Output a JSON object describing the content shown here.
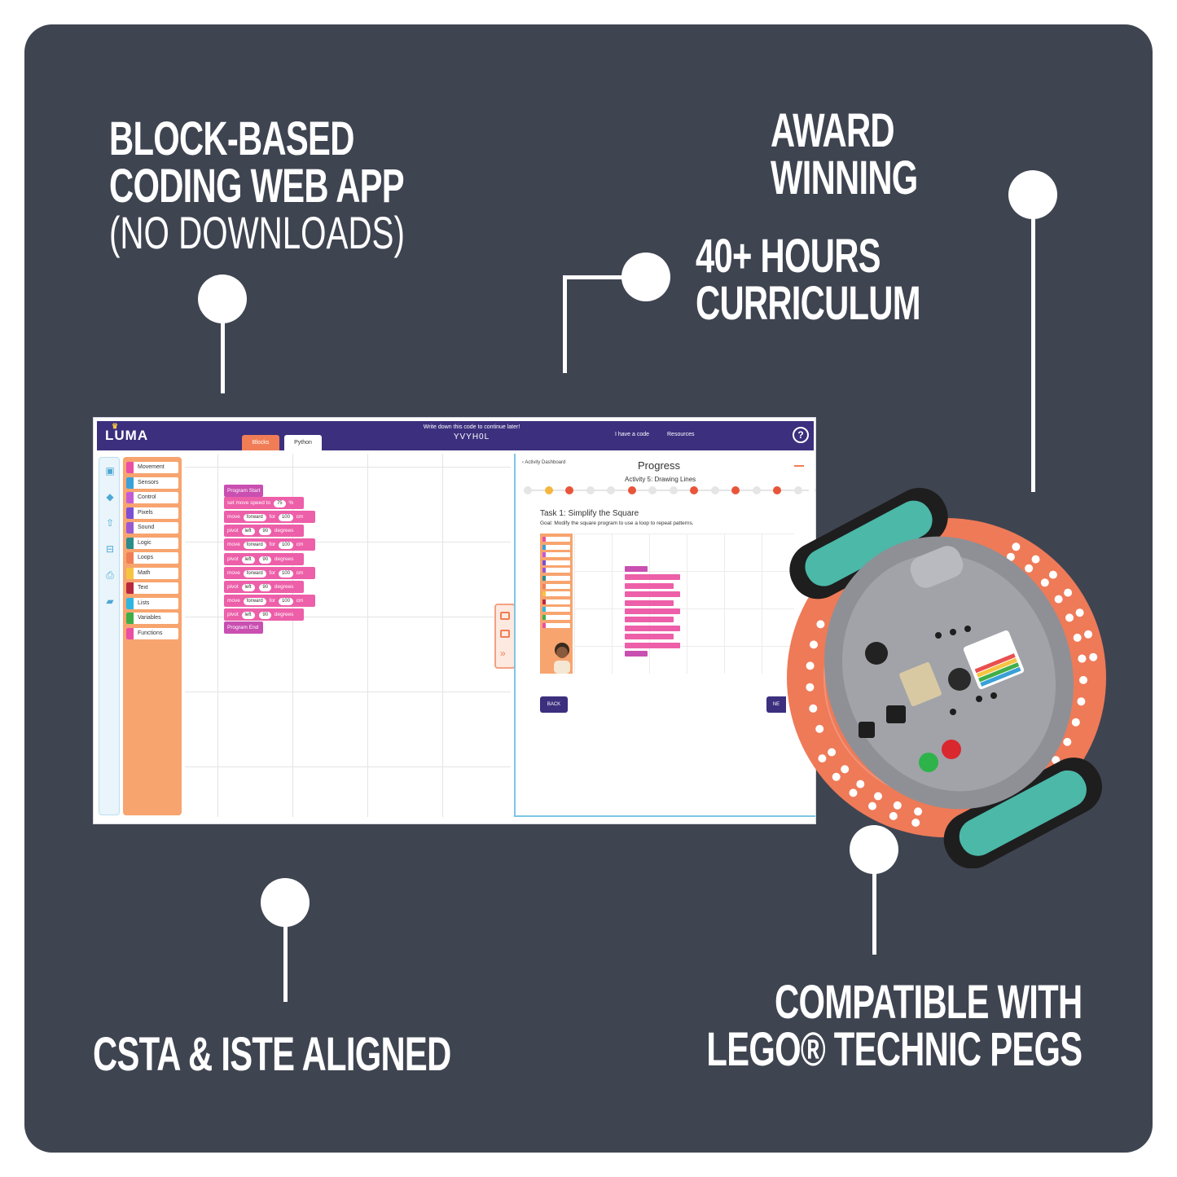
{
  "captions": {
    "block_based": {
      "line1": "BLOCK-BASED",
      "line2": "CODING WEB APP",
      "line3": "(NO DOWNLOADS)"
    },
    "award": "AWARD WINNING",
    "curriculum": {
      "line1": "40+ HOURS",
      "line2": "CURRICULUM"
    },
    "aligned": "CSTA & ISTE ALIGNED",
    "compatible": {
      "line1": "COMPATIBLE WITH",
      "line2": "LEGO® TECHNIC PEGS"
    }
  },
  "app": {
    "logo": "LUMA",
    "tabs": [
      "Blocks",
      "Python"
    ],
    "code_note": "Write down this code to continue later!",
    "code": "YVYH0L",
    "links": [
      "I have a code",
      "Resources"
    ],
    "help": "?",
    "categories": [
      {
        "label": "Movement",
        "color": "#e94fa5"
      },
      {
        "label": "Sensors",
        "color": "#3aa0d8"
      },
      {
        "label": "Control",
        "color": "#c35bd6"
      },
      {
        "label": "Pixels",
        "color": "#7a4fd6"
      },
      {
        "label": "Sound",
        "color": "#9b59d0"
      },
      {
        "label": "Logic",
        "color": "#2b8c8c"
      },
      {
        "label": "Loops",
        "color": "#f07d56"
      },
      {
        "label": "Math",
        "color": "#f5c542"
      },
      {
        "label": "Text",
        "color": "#b8283c"
      },
      {
        "label": "Lists",
        "color": "#2fb6e0"
      },
      {
        "label": "Variables",
        "color": "#3fae49"
      },
      {
        "label": "Functions",
        "color": "#e94fa5"
      }
    ],
    "program": {
      "start": "Program Start",
      "speed": {
        "label": "set move speed to",
        "value": "75",
        "unit": "%"
      },
      "moves": [
        {
          "verb": "move",
          "dir": "forward",
          "for": "for",
          "value": "100",
          "unit": "cm"
        },
        {
          "verb": "pivot",
          "dir": "left",
          "for": "",
          "value": "90",
          "unit": "degrees"
        },
        {
          "verb": "move",
          "dir": "forward",
          "for": "for",
          "value": "100",
          "unit": "cm"
        },
        {
          "verb": "pivot",
          "dir": "left",
          "for": "",
          "value": "90",
          "unit": "degrees"
        },
        {
          "verb": "move",
          "dir": "forward",
          "for": "for",
          "value": "100",
          "unit": "cm"
        },
        {
          "verb": "pivot",
          "dir": "left",
          "for": "",
          "value": "90",
          "unit": "degrees"
        },
        {
          "verb": "move",
          "dir": "forward",
          "for": "for",
          "value": "100",
          "unit": "cm"
        },
        {
          "verb": "pivot",
          "dir": "left",
          "for": "",
          "value": "90",
          "unit": "degrees"
        }
      ],
      "end": "Program End"
    },
    "panel": {
      "back_link": "‹ Activity Dashboard",
      "title": "Progress",
      "subtitle": "Activity 5: Drawing Lines",
      "task": "Task 1: Simplify the Square",
      "goal": "Goal: Modify the square program to use a loop to repeat patterns.",
      "back_button": "BACK",
      "next_button": "NE"
    }
  },
  "colors": {
    "card": "#3f4451",
    "accent": "#f07d56",
    "brand": "#3b2f7e"
  }
}
